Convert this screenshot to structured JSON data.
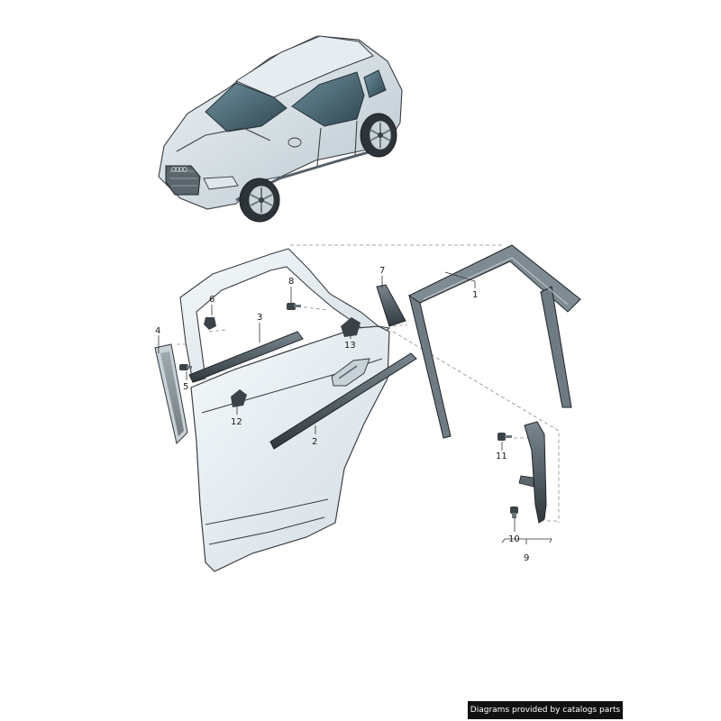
{
  "diagram": {
    "callouts": {
      "c1": "1",
      "c2": "2",
      "c3": "3",
      "c4": "4",
      "c5": "5",
      "c6": "6",
      "c7": "7",
      "c8": "8",
      "c9": "9",
      "c10": "10",
      "c11": "11",
      "c12": "12",
      "c13": "13"
    },
    "credit": "Diagrams provided by catalogs parts"
  }
}
